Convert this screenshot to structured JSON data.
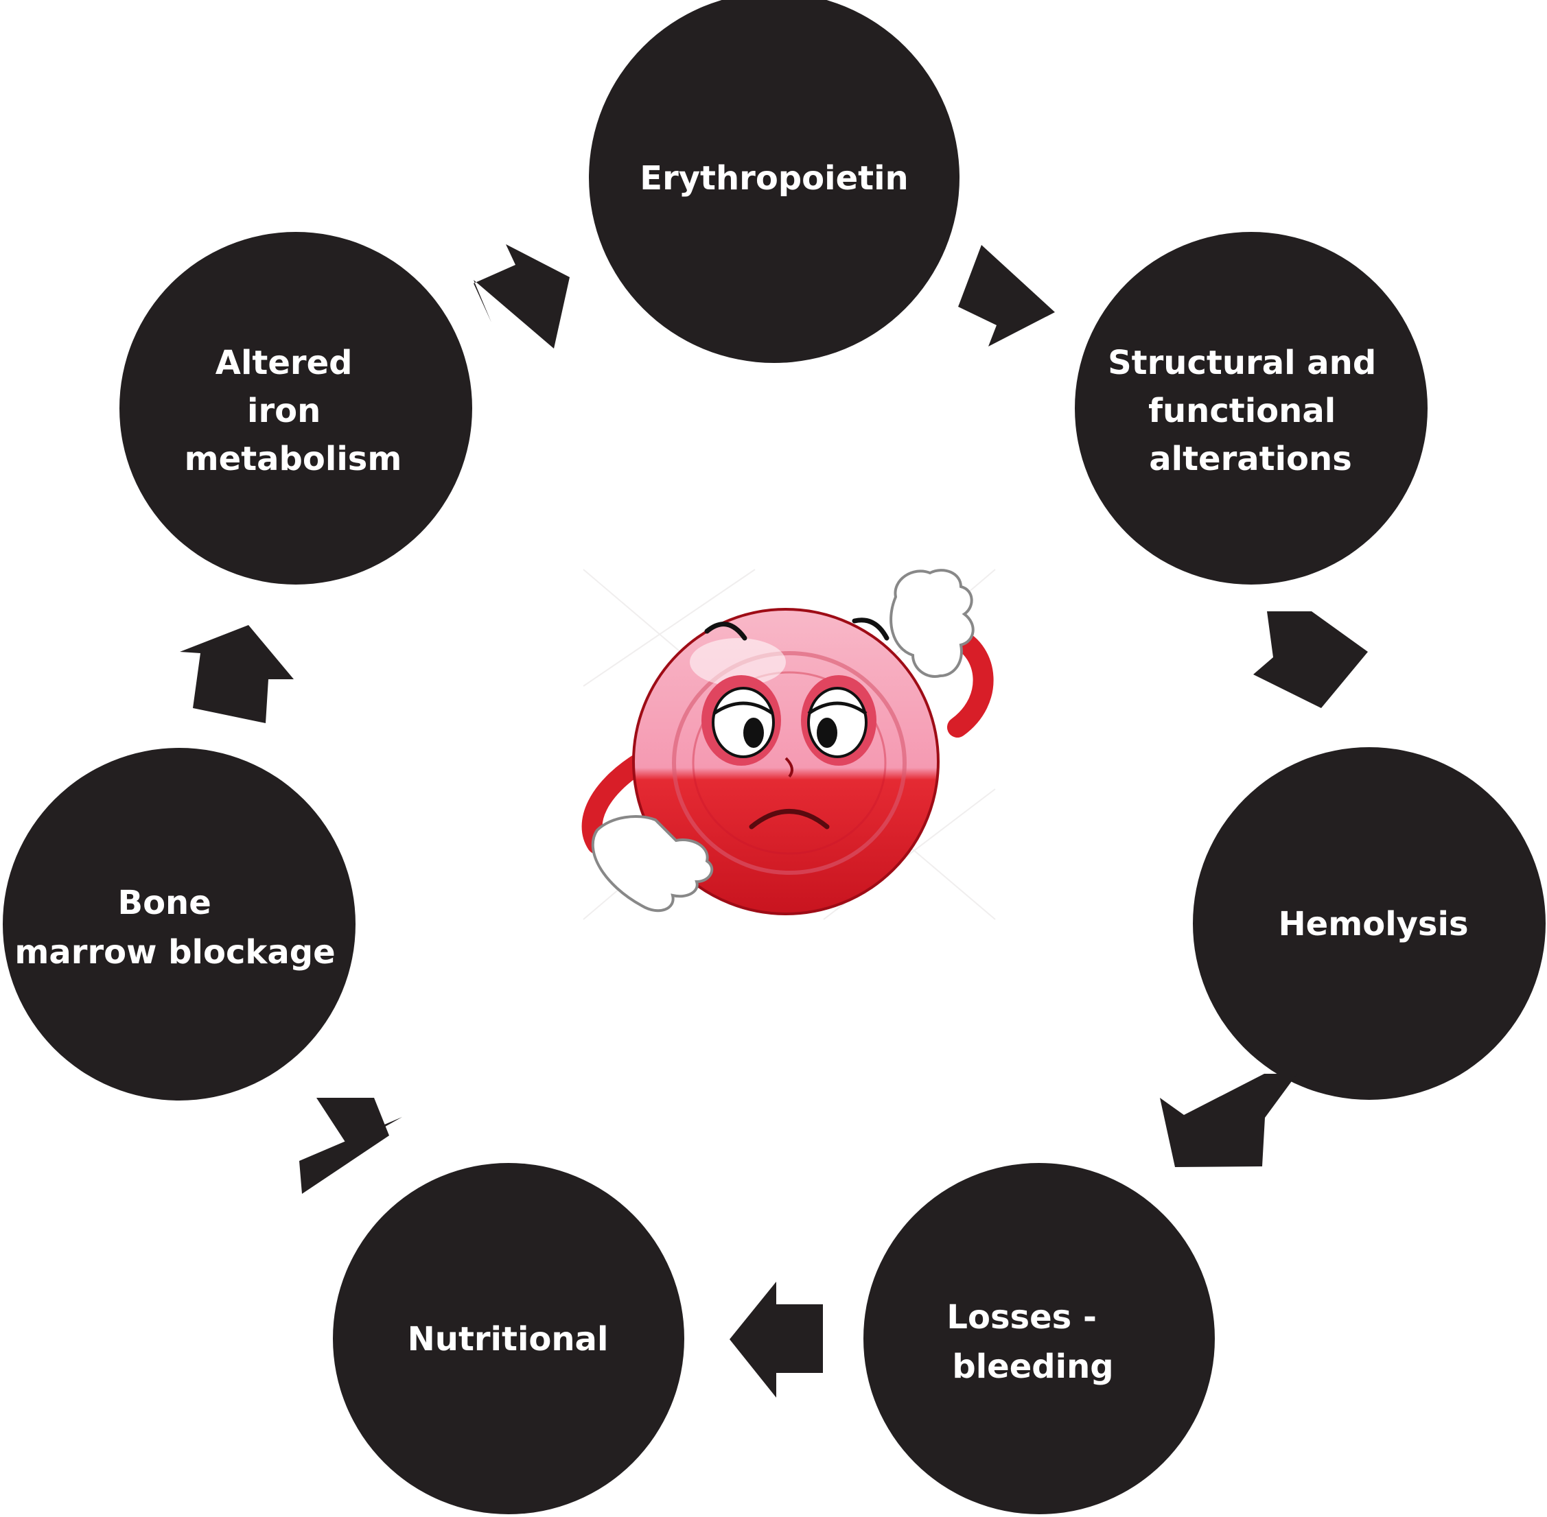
{
  "diagram": {
    "type": "cycle",
    "nodes": [
      {
        "id": "erythropoietin",
        "lines": [
          "Erythropoietin"
        ]
      },
      {
        "id": "structural",
        "lines": [
          "Structural and",
          "functional",
          "alterations"
        ]
      },
      {
        "id": "hemolysis",
        "lines": [
          "Hemolysis"
        ]
      },
      {
        "id": "losses",
        "lines": [
          "Losses -",
          "bleeding"
        ]
      },
      {
        "id": "nutritional",
        "lines": [
          "Nutritional"
        ]
      },
      {
        "id": "bone-marrow",
        "lines": [
          "Bone",
          "marrow blockage"
        ]
      },
      {
        "id": "iron",
        "lines": [
          "Altered",
          "iron",
          "metabolism"
        ]
      }
    ],
    "arrow_direction": "clockwise",
    "center_illustration": "sad-red-blood-cell-icon"
  },
  "colors": {
    "node_fill": "#231f20",
    "node_text": "#ffffff",
    "arrow_fill": "#231f20",
    "cell_red": "#e3202a",
    "cell_pink": "#f6a3b8"
  }
}
